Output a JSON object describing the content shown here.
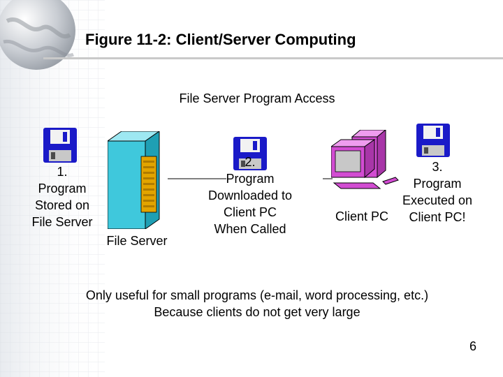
{
  "slide": {
    "title": "Figure 11-2: Client/Server Computing",
    "subtitle": "File Server Program Access",
    "step1": "1.\nProgram\nStored on\nFile Server",
    "file_server_label": "File Server",
    "step2": "2.\nProgram\nDownloaded to\nClient PC\nWhen Called",
    "client_pc_label": "Client PC",
    "step3": "3.\nProgram\nExecuted on\nClient PC!",
    "note_line1": "Only useful for small programs (e-mail, word processing, etc.)",
    "note_line2": "Because clients do not get very large",
    "page_number": "6"
  },
  "colors": {
    "floppy": "#1a1ac8",
    "server": "#3fc8dc",
    "server_panel": "#e2a400",
    "pc": "#d24cd2"
  }
}
